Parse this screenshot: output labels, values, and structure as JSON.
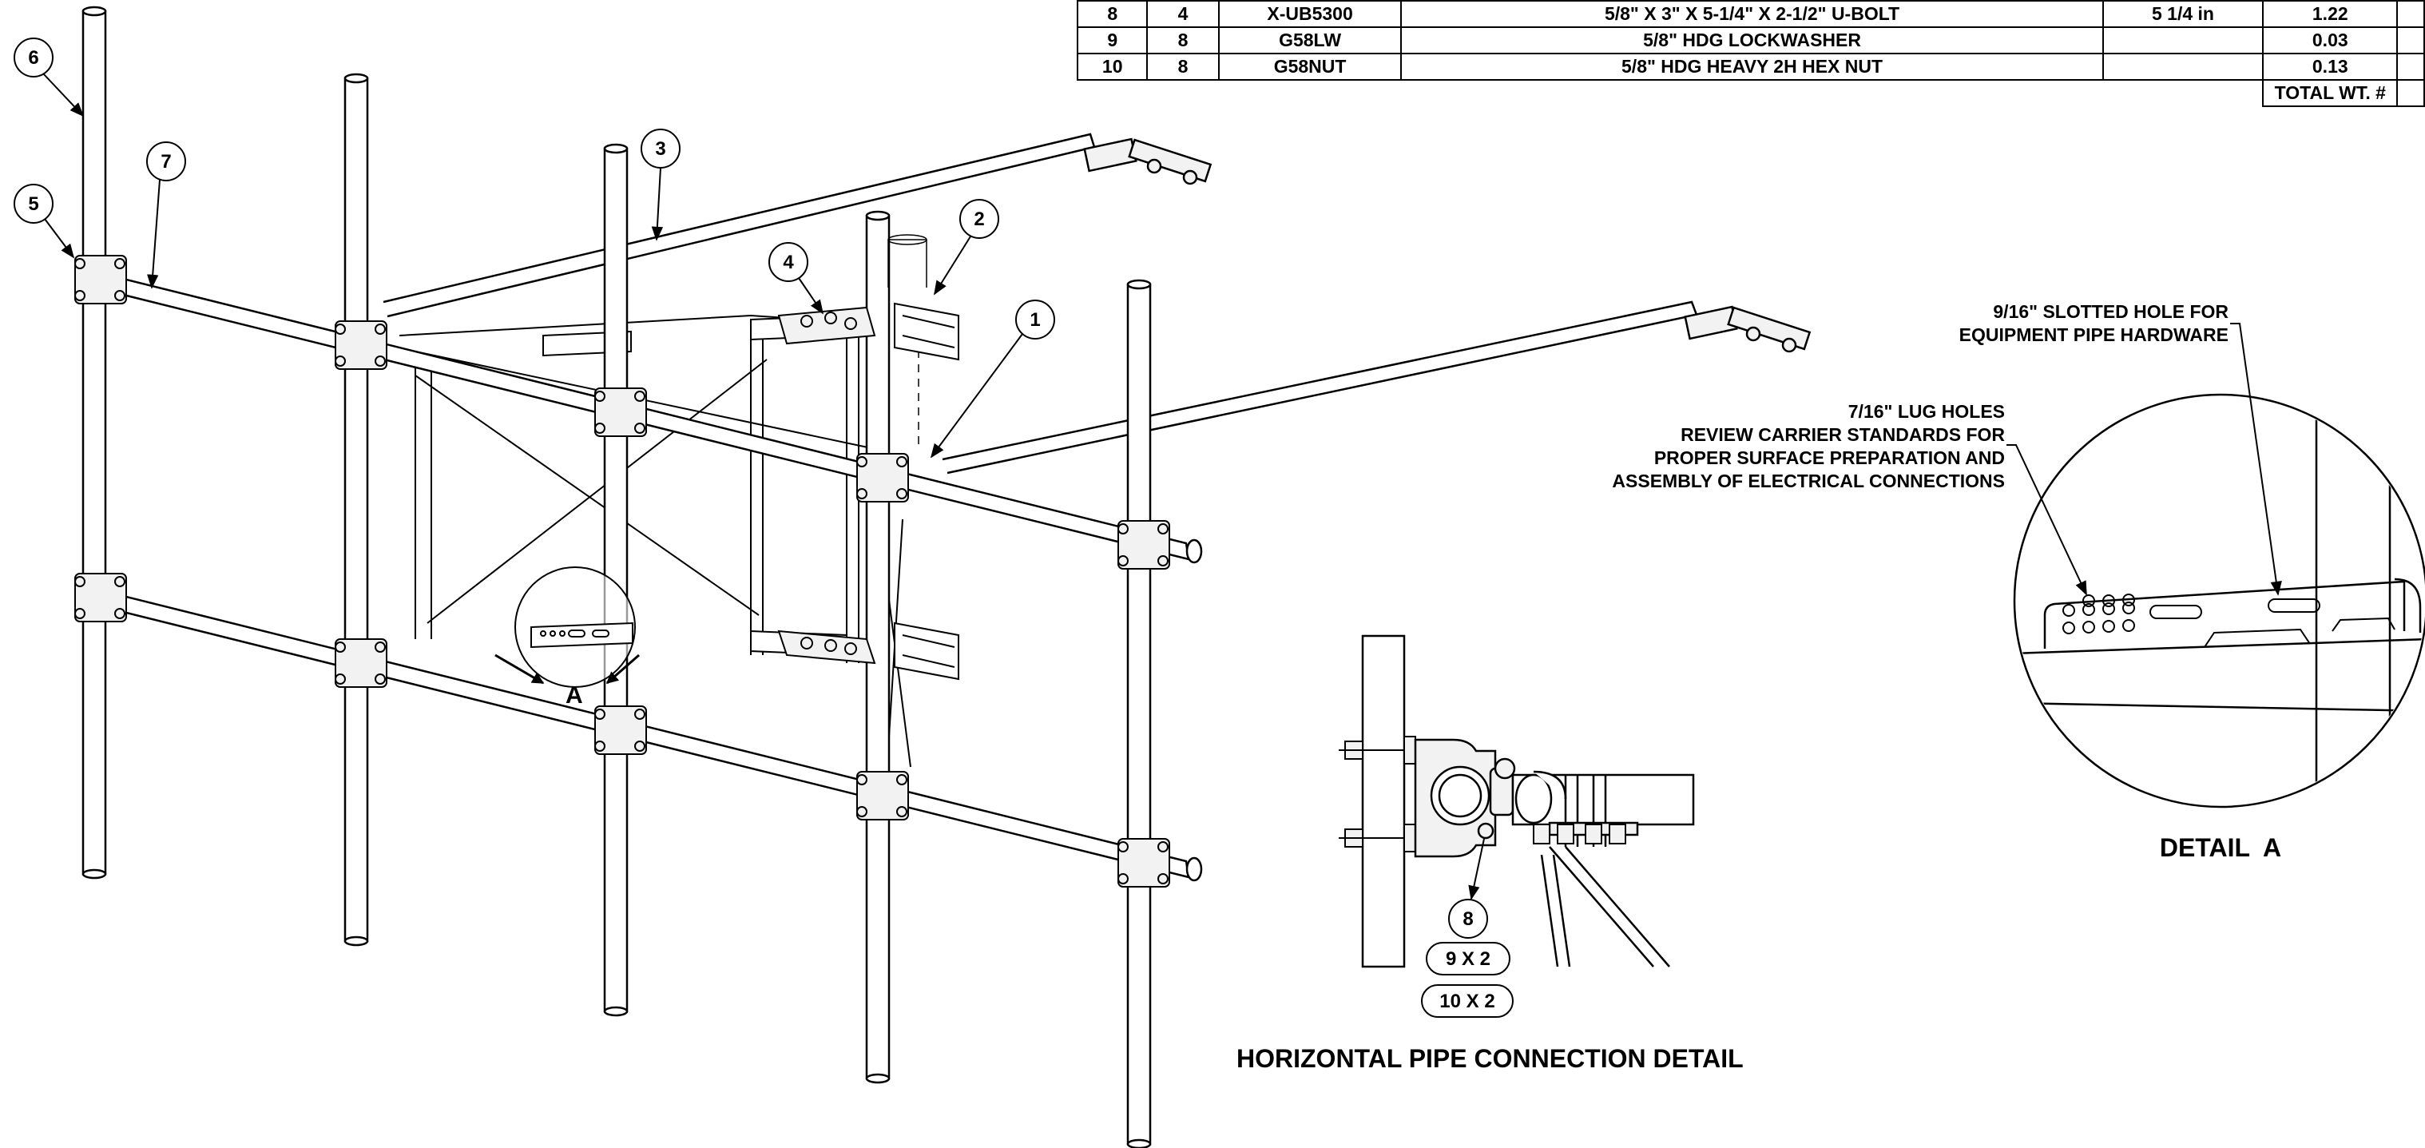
{
  "bom": {
    "rows": [
      [
        "8",
        "4",
        "X-UB5300",
        "5/8\" X 3\" X 5-1/4\" X 2-1/2\" U-BOLT",
        "5 1/4 in",
        "1.22",
        ""
      ],
      [
        "9",
        "8",
        "G58LW",
        "5/8\" HDG LOCKWASHER",
        "",
        "0.03",
        ""
      ],
      [
        "10",
        "8",
        "G58NUT",
        "5/8\" HDG HEAVY 2H HEX NUT",
        "",
        "0.13",
        ""
      ]
    ],
    "total_label": "TOTAL WT. #"
  },
  "balloons": {
    "b1": "1",
    "b2": "2",
    "b3": "3",
    "b4": "4",
    "b5": "5",
    "b6": "6",
    "b7": "7"
  },
  "detail_marker": "A",
  "notes": {
    "slotted_1": "9/16\" SLOTTED HOLE FOR",
    "slotted_2": "EQUIPMENT PIPE HARDWARE",
    "lug_1": "7/16\" LUG HOLES",
    "lug_2": "REVIEW CARRIER STANDARDS FOR",
    "lug_3": "PROPER SURFACE PREPARATION AND",
    "lug_4": "ASSEMBLY OF ELECTRICAL CONNECTIONS"
  },
  "connection_detail": {
    "callout_item": "8",
    "callout_qty_9": "9 X 2",
    "callout_qty_10": "10 X 2",
    "title": "HORIZONTAL PIPE CONNECTION DETAIL"
  },
  "detail_a_title": "DETAIL  A",
  "colors": {
    "line": "#000000",
    "background": "#ffffff",
    "clamp_fill": "#f2f2f2"
  }
}
